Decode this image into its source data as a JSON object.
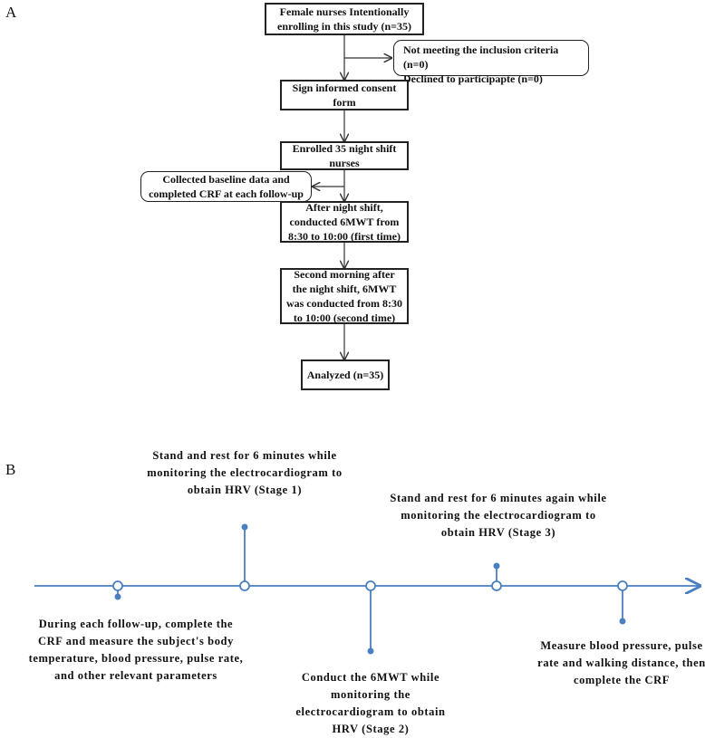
{
  "panel_a": {
    "label": "A",
    "box_enroll": "Female nurses Intentionally enrolling in this study (n=35)",
    "box_excluded_line1": "Not meeting the inclusion criteria (n=0)",
    "box_excluded_line2": "Declined to participapte (n=0)",
    "box_consent": "Sign informed consent form",
    "box_enrolled": "Enrolled 35 night shift nurses",
    "box_baseline": "Collected baseline data and completed CRF at each follow-up",
    "box_first": "After night shift, conducted 6MWT from 8:30 to 10:00 (first time)",
    "box_second": "Second morning after the night shift, 6MWT was conducted from 8:30 to 10:00 (second time)",
    "box_analyzed": "Analyzed (n=35)"
  },
  "panel_b": {
    "label": "B",
    "timeline_color": "#4a7fc1",
    "stage1": "Stand and rest for 6 minutes while monitoring the electrocardiogram to obtain HRV (Stage 1)",
    "stage3": "Stand and rest for 6 minutes again while monitoring the electrocardiogram to obtain HRV (Stage 3)",
    "followup": "During each follow-up, complete the CRF and measure the subject's body temperature, blood pressure, pulse rate, and other relevant parameters",
    "stage2": "Conduct the 6MWT while monitoring the electrocardiogram to obtain HRV (Stage 2)",
    "final": "Measure blood pressure, pulse rate and walking distance, then complete the CRF"
  }
}
